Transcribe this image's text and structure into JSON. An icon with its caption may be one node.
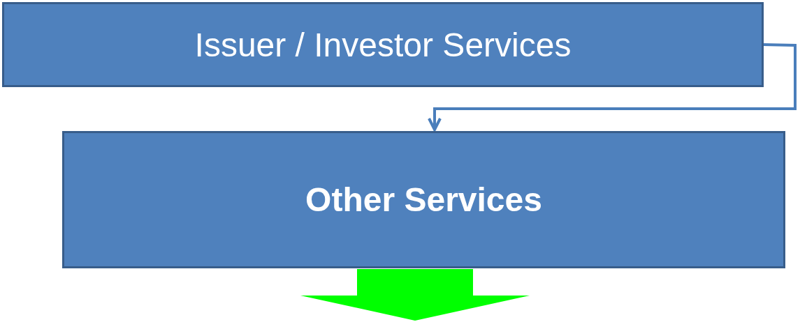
{
  "diagram": {
    "nodes": [
      {
        "text": [
          "Issuer / Investor Services"
        ]
      },
      {
        "text": [
          "Other Services"
        ]
      }
    ],
    "edges": [
      {
        "from": 0,
        "to": 1,
        "arrow": "to"
      },
      {
        "from": 1,
        "to": null,
        "arrow": "to",
        "style": "thick",
        "color": "#00ff00"
      }
    ]
  }
}
